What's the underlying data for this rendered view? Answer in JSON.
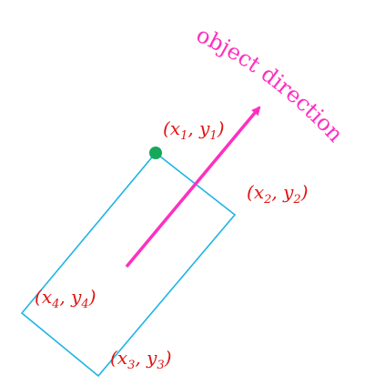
{
  "colors": {
    "box": "#1eb4e6",
    "arrow": "#ff2fc0",
    "corner": "#14a85a",
    "label": "#e01414",
    "direction_text": "#ff2fc0"
  },
  "corners": [
    {
      "id": "1",
      "var_x": "x",
      "sub_x": "1",
      "var_y": "y",
      "sub_y": "1"
    },
    {
      "id": "2",
      "var_x": "x",
      "sub_x": "2",
      "var_y": "y",
      "sub_y": "2"
    },
    {
      "id": "3",
      "var_x": "x",
      "sub_x": "3",
      "var_y": "y",
      "sub_y": "3"
    },
    {
      "id": "4",
      "var_x": "x",
      "sub_x": "4",
      "var_y": "y",
      "sub_y": "4"
    }
  ],
  "direction_label": "object direction"
}
